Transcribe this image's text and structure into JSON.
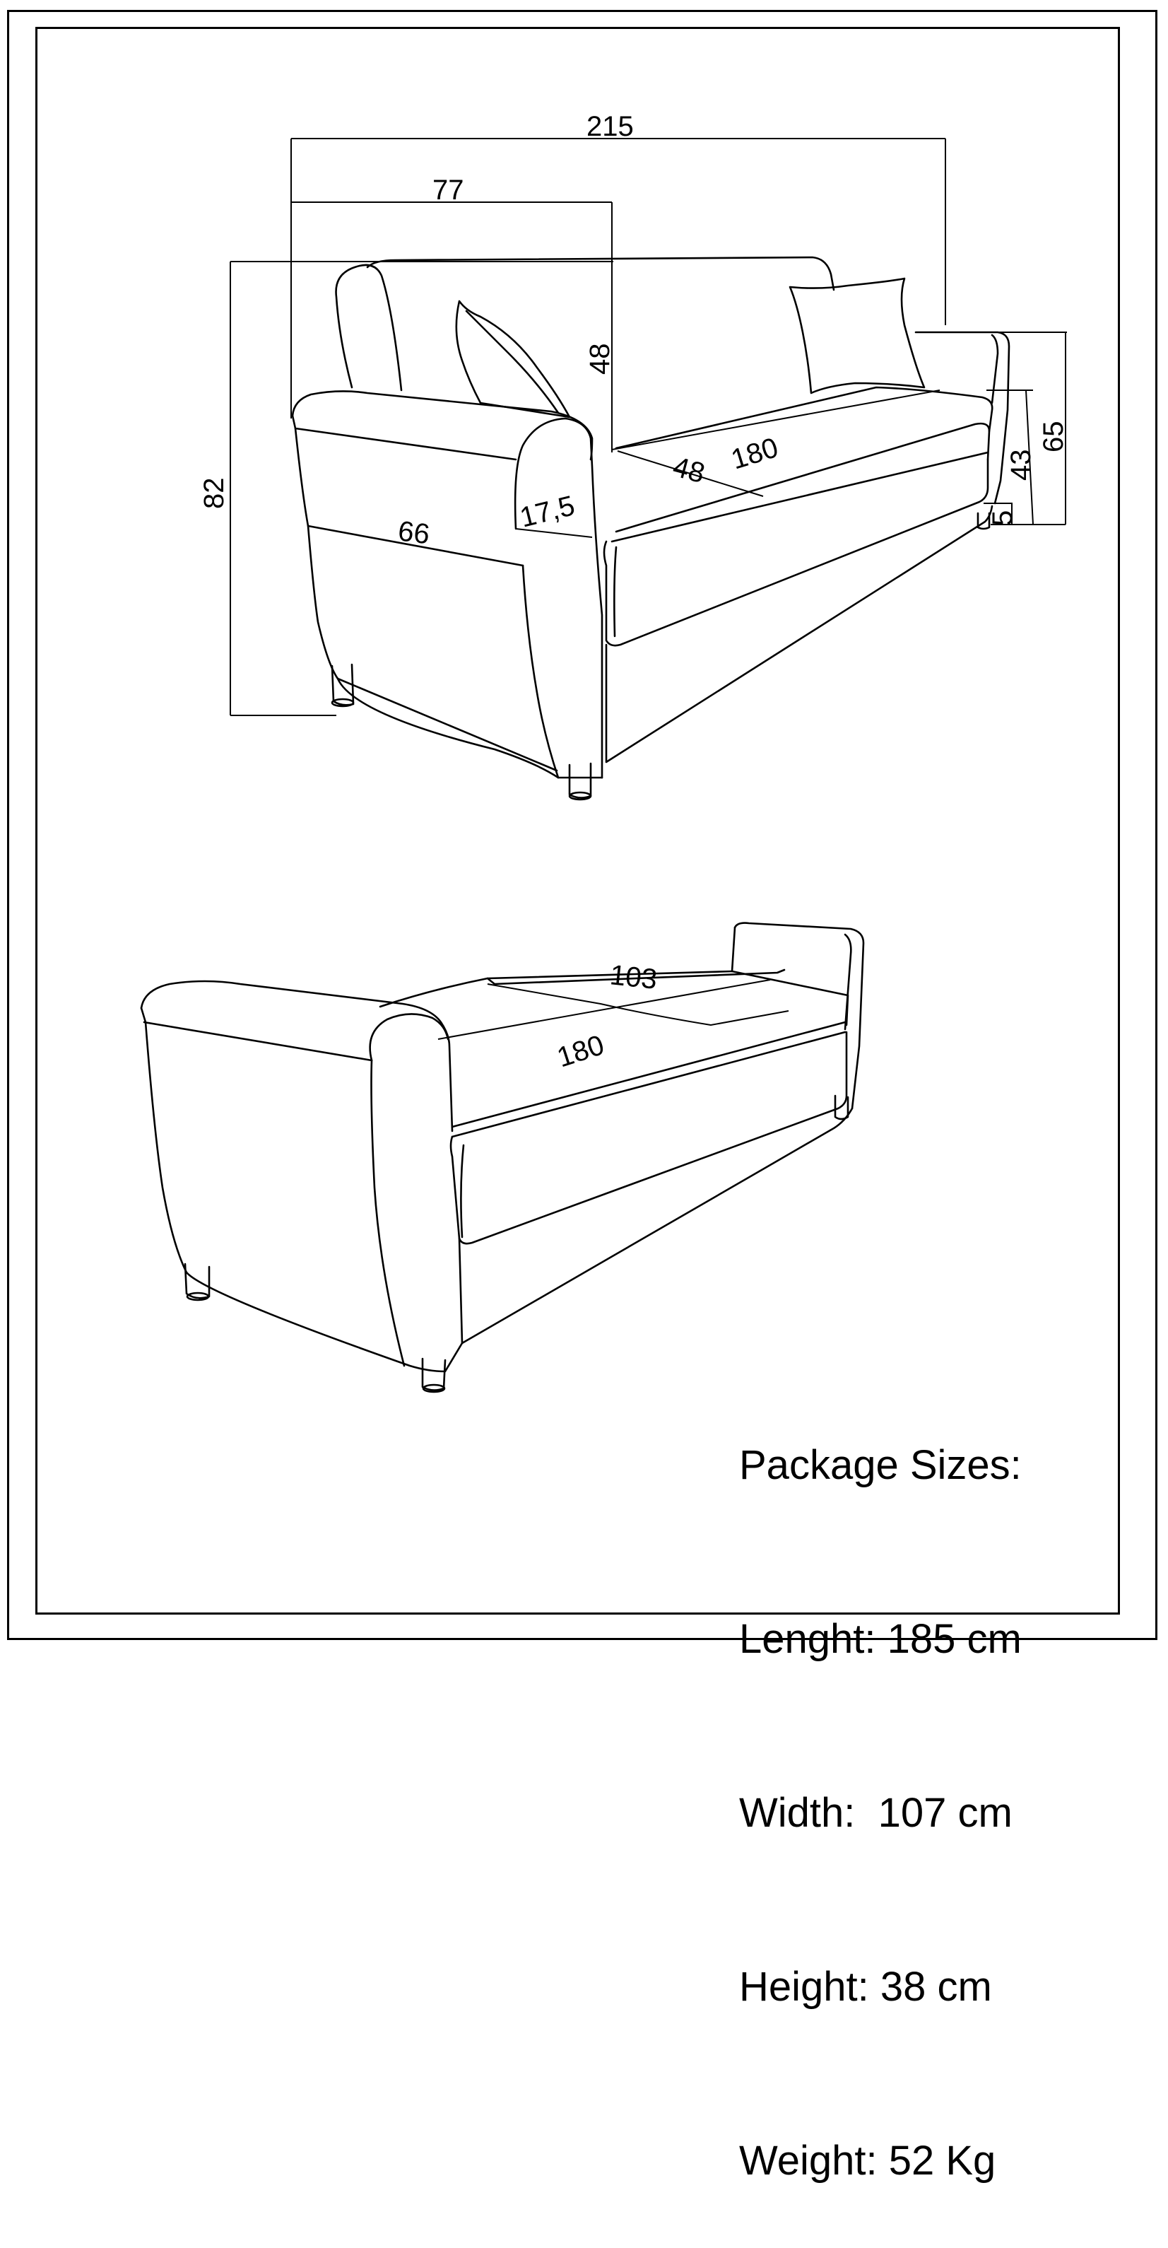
{
  "dimensions": {
    "overall_width": "215",
    "seat_side_depth": "77",
    "back_height_above_seat": "48",
    "overall_height": "82",
    "seat_depth": "48",
    "seat_width": "180",
    "arm_width": "17,5",
    "arm_depth": "66",
    "arm_height": "65",
    "seat_height": "43",
    "leg_height": "5"
  },
  "bed_dimensions": {
    "bed_width": "103",
    "bed_length": "180"
  },
  "package": {
    "title": "Package Sizes:",
    "length": "Lenght: 185 cm",
    "width": "Width:  107 cm",
    "height": "Height: 38 cm",
    "weight": "Weight: 52 Kg"
  }
}
